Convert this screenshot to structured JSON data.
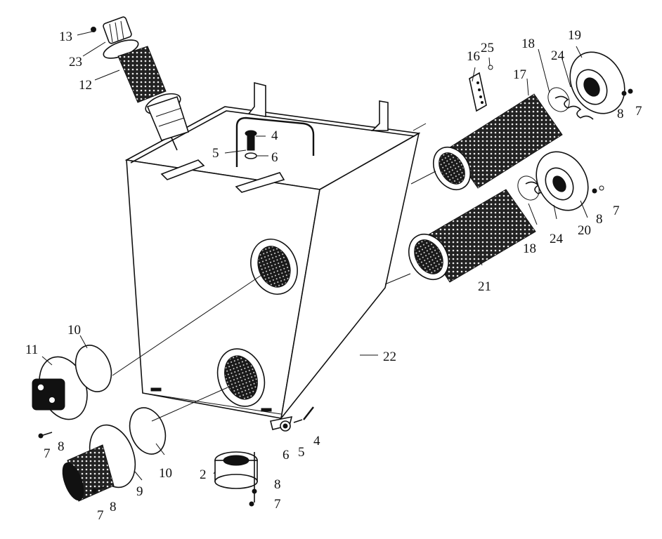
{
  "callouts": [
    "13",
    "23",
    "12",
    "16",
    "25",
    "18",
    "19",
    "24",
    "17",
    "8",
    "7",
    "4",
    "5",
    "6",
    "18",
    "24",
    "20",
    "8",
    "7",
    "21",
    "22",
    "11",
    "10",
    "10",
    "7",
    "8",
    "9",
    "7",
    "8",
    "2",
    "8",
    "7",
    "6",
    "5",
    "4"
  ],
  "colors": {
    "ink": "#111111",
    "paper": "#ffffff"
  }
}
